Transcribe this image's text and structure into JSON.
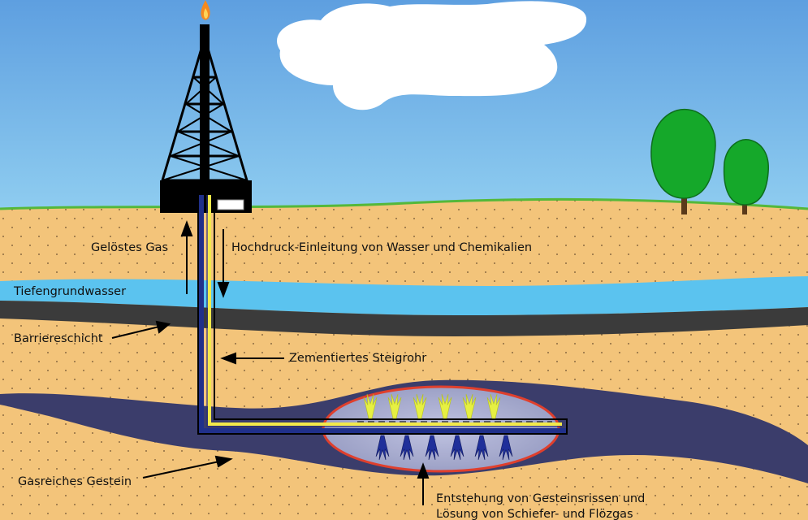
{
  "labels": {
    "dissolved_gas": "Gelöstes Gas",
    "high_pressure_injection": "Hochdruck-Einleitung von Wasser und Chemikalien",
    "deep_groundwater": "Tiefengrundwasser",
    "barrier_layer": "Barriereschicht",
    "cemented_riser": "Zementiertes Steigrohr",
    "gas_rich_rock": "Gasreiches Gestein",
    "fracture_line1": "Entstehung von Gesteinsrissen und",
    "fracture_line2": "Lösung von Schiefer- und Flözgas"
  },
  "colors": {
    "sky": "#79bde9",
    "ground": "#f3c47a",
    "grass": "#54b83a",
    "groundwater": "#5bc3ef",
    "barrier": "#3b3b3b",
    "gas_rock": "#3b3d6b",
    "tree": "#15a82a",
    "flame": "#f4891f"
  }
}
